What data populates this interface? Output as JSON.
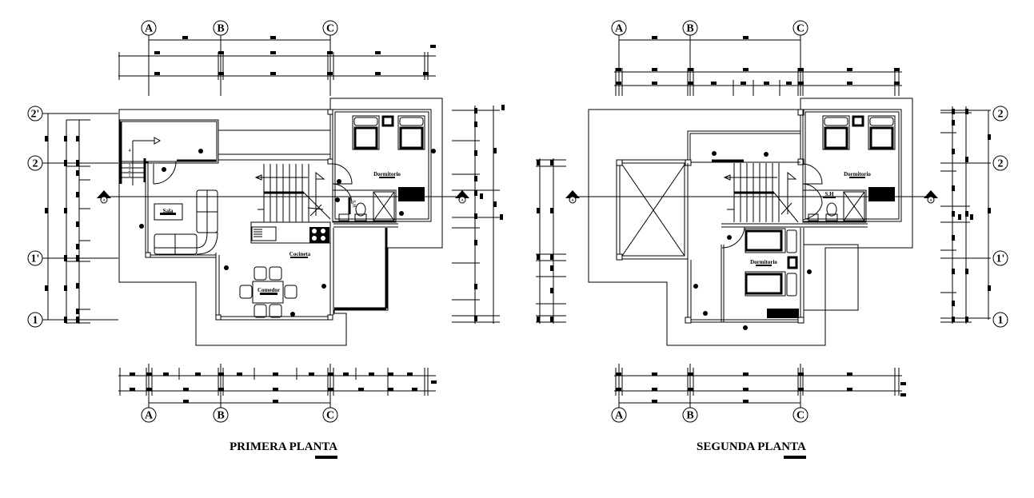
{
  "drawing": {
    "plans": [
      {
        "id": "primera",
        "title": "PRIMERA PLANTA",
        "grid_columns": [
          "A",
          "B",
          "C"
        ],
        "grid_rows": [
          "2'",
          "2",
          "1'",
          "1"
        ],
        "section_marker": "A",
        "rooms": {
          "living": "Sala",
          "kitchen": "Cocineta",
          "dining": "Comedor",
          "bedroom": "Dormitorio",
          "bath": "S.H"
        },
        "stair_steps": [
          "1",
          "2",
          "3",
          "4"
        ]
      },
      {
        "id": "segunda",
        "title": "SEGUNDA PLANTA",
        "grid_columns": [
          "A",
          "B",
          "C"
        ],
        "grid_rows": [
          "2",
          "2",
          "1'",
          "1"
        ],
        "section_marker": "A",
        "rooms": {
          "bedroom_main": "Dormitorio",
          "bedroom_second": "Dormitorio",
          "bath": "S.H"
        }
      }
    ]
  }
}
